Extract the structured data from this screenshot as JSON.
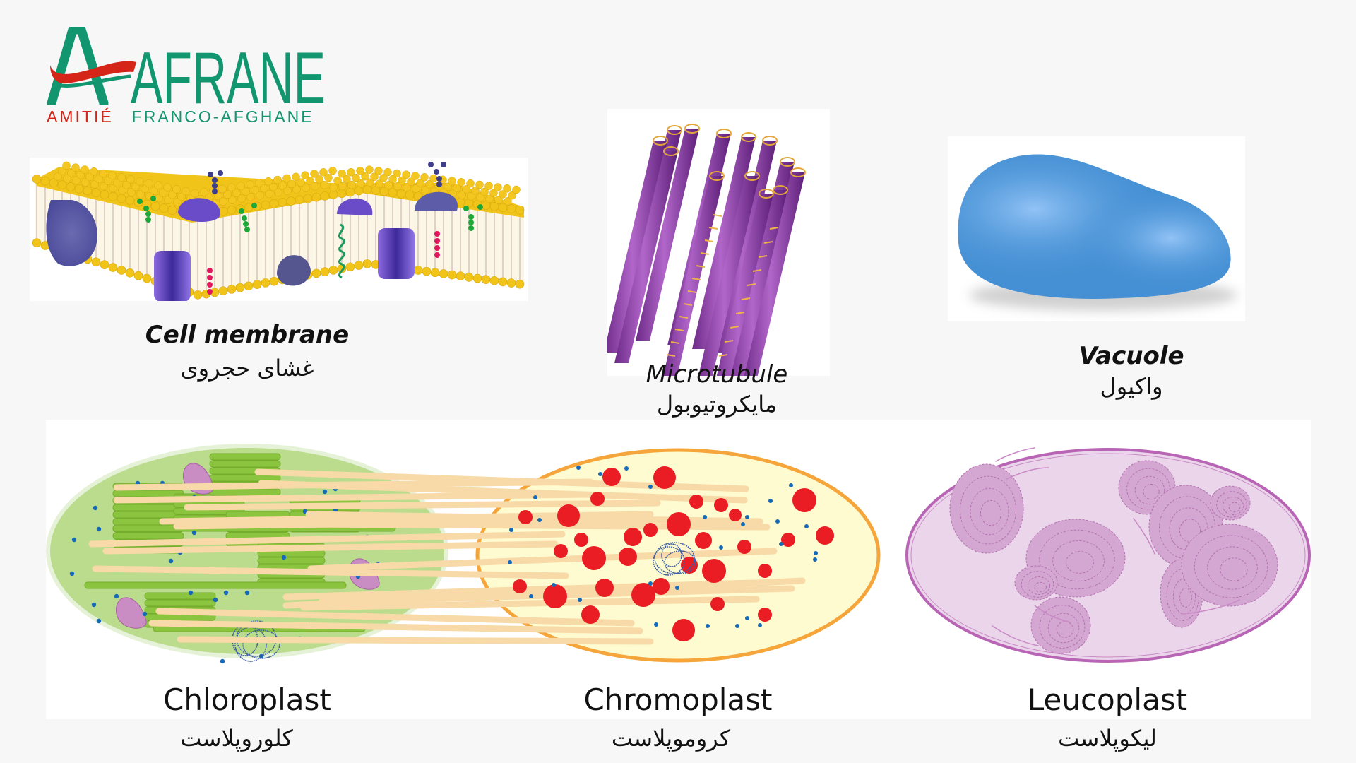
{
  "logo": {
    "name": "AFRANE",
    "tagline_left": "AMITIÉ",
    "tagline_right": "FRANCO-AFGHANE",
    "colors": {
      "green": "#12966f",
      "red": "#d42518"
    }
  },
  "organelles": [
    {
      "id": "cell-membrane",
      "english": "Cell membrane",
      "persian": "غشای حجروی",
      "image": "cell-membrane-illustration"
    },
    {
      "id": "microtubule",
      "english": "Microtubule",
      "persian": "مایکروتیوبول",
      "image": "microtubule-illustration"
    },
    {
      "id": "vacuole",
      "english": "Vacuole",
      "persian": "واکیول",
      "image": "vacuole-illustration"
    }
  ],
  "plastids": [
    {
      "id": "chloroplast",
      "english": "Chloroplast",
      "persian": "کلوروپلاست",
      "fill": "#badc8c",
      "border": "#e6f2d8"
    },
    {
      "id": "chromoplast",
      "english": "Chromoplast",
      "persian": "کروموپلاست",
      "fill": "#fdfbcf",
      "border": "#f5a53a"
    },
    {
      "id": "leucoplast",
      "english": "Leucoplast",
      "persian": "لیکوپلاست",
      "fill": "#ead5ea",
      "border": "#b965b5"
    }
  ]
}
